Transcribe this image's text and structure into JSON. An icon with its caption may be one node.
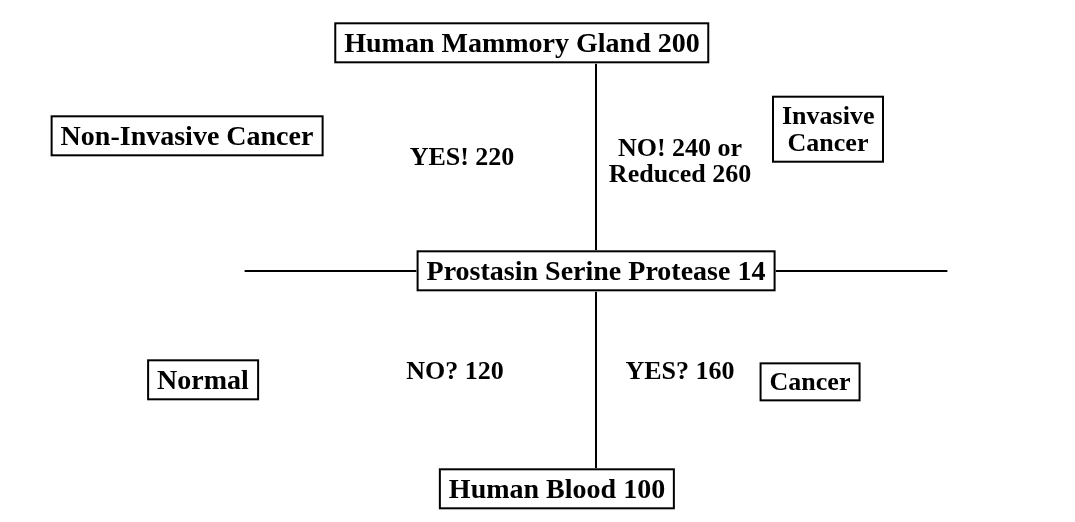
{
  "diagram": {
    "nodes": [
      {
        "text": [
          "Human Mammory Gland 200"
        ]
      },
      {
        "text": [
          "Non-Invasive Cancer"
        ]
      },
      {
        "text": [
          "Invasive Cancer"
        ]
      },
      {
        "text": [
          "Prostasin Serine Protease 14"
        ]
      },
      {
        "text": [
          "Normal"
        ]
      },
      {
        "text": [
          "Cancer"
        ]
      },
      {
        "text": [
          "Human Blood 100"
        ]
      }
    ],
    "edges": [
      {
        "from": 0,
        "to": 3,
        "arrow": "none"
      },
      {
        "from": 3,
        "to": 6,
        "arrow": "none"
      },
      {
        "from": null,
        "to": 3,
        "arrow": "none"
      },
      {
        "from": 3,
        "to": null,
        "arrow": "none"
      }
    ],
    "labels": [
      "YES! 220",
      "NO! 240 or Reduced 260",
      "NO? 120",
      "YES? 160"
    ]
  }
}
